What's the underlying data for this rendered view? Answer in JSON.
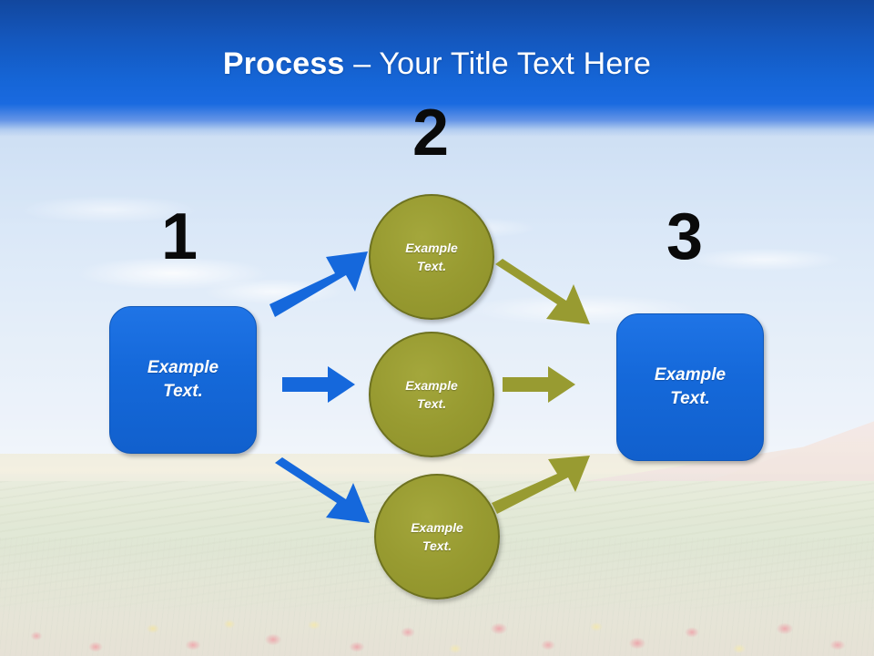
{
  "slide": {
    "title": {
      "bold_part": "Process",
      "rest_part": " – Your Title Text Here"
    },
    "background": {
      "description": "faded photograph of a flower meadow under a blue sky",
      "header_band_color": "#1565d6",
      "sky_color": "#b6d0ef",
      "field_color": "#d6dcc4"
    },
    "palette": {
      "blue_fill": "#1568dc",
      "blue_stroke": "#0f57b8",
      "olive_fill": "#989b31",
      "olive_stroke": "#6e7220",
      "number_color": "#0a0a0a",
      "text_color": "#ffffff"
    }
  },
  "steps": [
    {
      "number": "1",
      "label_line1": "Example",
      "label_line2": "Text."
    },
    {
      "number": "2"
    },
    {
      "number": "3",
      "label_line1": "Example",
      "label_line2": "Text."
    }
  ],
  "boxes": [
    {
      "step": "1",
      "line1": "Example",
      "line2": "Text."
    },
    {
      "step": "3",
      "line1": "Example",
      "line2": "Text."
    }
  ],
  "circles": [
    {
      "line1": "Example",
      "line2": "Text."
    },
    {
      "line1": "Example",
      "line2": "Text."
    },
    {
      "line1": "Example",
      "line2": "Text."
    }
  ],
  "arrows": [
    {
      "name": "blue-arrow-up-right",
      "color": "#1568dc",
      "direction": "up-right"
    },
    {
      "name": "blue-arrow-right",
      "color": "#1568dc",
      "direction": "right"
    },
    {
      "name": "blue-arrow-down-right",
      "color": "#1568dc",
      "direction": "down-right"
    },
    {
      "name": "olive-arrow-down-right",
      "color": "#989b31",
      "direction": "down-right"
    },
    {
      "name": "olive-arrow-right",
      "color": "#989b31",
      "direction": "right"
    },
    {
      "name": "olive-arrow-up-right",
      "color": "#989b31",
      "direction": "up-right"
    }
  ]
}
